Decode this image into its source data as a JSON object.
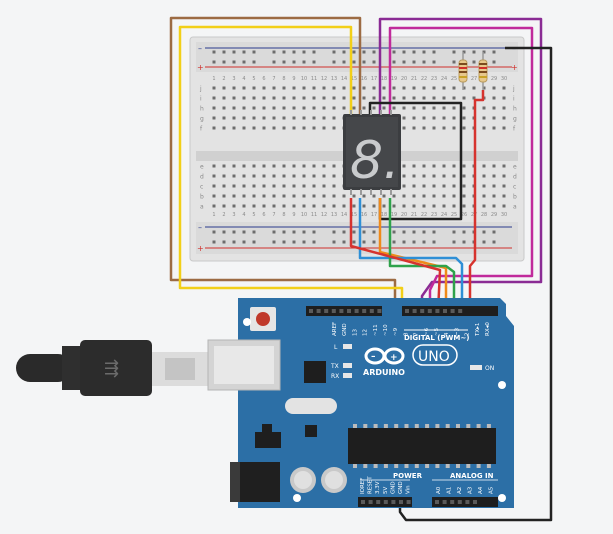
{
  "colors": {
    "background": "#f4f5f6",
    "breadboard": "#e2e2e2",
    "rail_red": "#d0302c",
    "rail_blue": "#2b3a8c",
    "board": "#2c6fa6",
    "wire_brown": "#9c6b43",
    "wire_yellow": "#f2cf17",
    "wire_purple": "#8a2b94",
    "wire_magenta": "#c02a9b",
    "wire_black": "#222222",
    "wire_red": "#d6332e",
    "wire_orange": "#ef8a1a",
    "wire_blue": "#2e8fd6",
    "wire_green": "#2ea24b"
  },
  "breadboard": {
    "rail_top_minus": "–",
    "rail_top_plus": "+",
    "rail_bottom_minus": "–",
    "rail_bottom_plus": "+",
    "row_letters_top": [
      "j",
      "i",
      "h",
      "g",
      "f"
    ],
    "row_letters_bottom": [
      "e",
      "d",
      "c",
      "b",
      "a"
    ],
    "column_numbers": [
      "1",
      "2",
      "3",
      "4",
      "5",
      "6",
      "7",
      "8",
      "9",
      "10",
      "11",
      "12",
      "13",
      "14",
      "15",
      "16",
      "17",
      "18",
      "19",
      "20",
      "21",
      "22",
      "23",
      "24",
      "25",
      "26",
      "27",
      "28",
      "29",
      "30"
    ]
  },
  "display": {
    "digit": "8."
  },
  "arduino": {
    "logo_text": "ARDUINO",
    "model": "UNO",
    "digital_label": "DIGITAL (PWM~)",
    "power_label": "POWER",
    "analog_label": "ANALOG IN",
    "on_label": "ON",
    "l_label": "L",
    "tx_label": "TX",
    "rx_label": "RX",
    "digital_pins": [
      "AREF",
      "GND",
      "13",
      "12",
      "~11",
      "~10",
      "~9",
      "8",
      "7",
      "~6",
      "~5",
      "4",
      "~3",
      "2",
      "TX▸1",
      "RX◂0"
    ],
    "power_pins": [
      "IOREF",
      "RESET",
      "3.3V",
      "5V",
      "GND",
      "GND",
      "Vin"
    ],
    "analog_pins": [
      "A0",
      "A1",
      "A2",
      "A3",
      "A4",
      "A5"
    ]
  }
}
